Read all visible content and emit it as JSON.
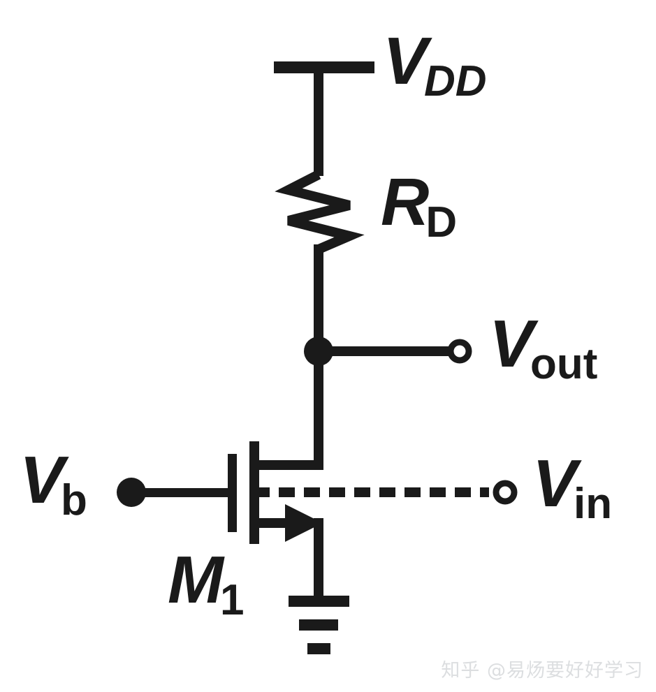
{
  "figure": {
    "kind": "circuit-schematic",
    "description": "Common-gate amplifier stage with resistive drain load",
    "background_color": "#ffffff",
    "ink_color": "#1a1a1a"
  },
  "labels": {
    "vdd": {
      "main": "V",
      "sub": "DD",
      "sub_style": "italic"
    },
    "rd": {
      "main": "R",
      "sub": "D",
      "sub_style": "upright"
    },
    "vout": {
      "main": "V",
      "sub": "out",
      "sub_style": "upright"
    },
    "vb": {
      "main": "V",
      "sub": "b",
      "sub_style": "upright"
    },
    "vin": {
      "main": "V",
      "sub": "in",
      "sub_style": "upright"
    },
    "m1": {
      "main": "M",
      "sub": "1",
      "sub_style": "upright"
    }
  },
  "components": [
    {
      "name": "supply-rail",
      "type": "power-rail",
      "label": "VDD"
    },
    {
      "name": "drain-resistor",
      "type": "resistor",
      "label": "RD",
      "zigzag_peaks": 7
    },
    {
      "name": "nmos-transistor",
      "type": "nmos",
      "label": "M1",
      "arrow_direction": "right"
    },
    {
      "name": "ground",
      "type": "ground",
      "bars": 3
    },
    {
      "name": "output-terminal",
      "type": "open-terminal",
      "label": "Vout"
    },
    {
      "name": "input-terminal",
      "type": "open-terminal",
      "label": "Vin"
    },
    {
      "name": "bias-terminal",
      "type": "solid-node",
      "label": "Vb"
    },
    {
      "name": "output-node",
      "type": "solid-node"
    },
    {
      "name": "input-coupling",
      "type": "dashed-wire",
      "from": "nmos-channel",
      "to": "Vin"
    }
  ],
  "watermark": {
    "text": "知乎 @易炀要好好学习",
    "color": "#dcdee0"
  }
}
